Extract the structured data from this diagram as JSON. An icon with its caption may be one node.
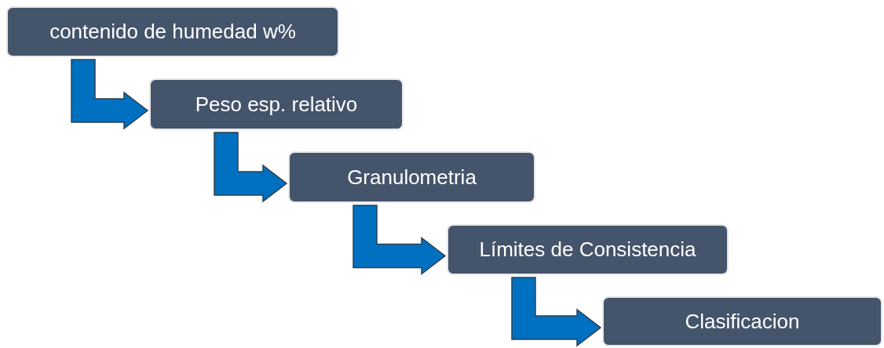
{
  "diagram": {
    "nodes": [
      {
        "text": [
          "contenido de humedad w%"
        ]
      },
      {
        "text": [
          "Peso esp. relativo"
        ]
      },
      {
        "text": [
          "Granulometria"
        ]
      },
      {
        "text": [
          "Límites de Consistencia"
        ]
      },
      {
        "text": [
          "Clasificacion"
        ]
      }
    ],
    "edges": [
      {
        "from": 0,
        "to": 1,
        "arrow": "to"
      },
      {
        "from": 1,
        "to": 2,
        "arrow": "to"
      },
      {
        "from": 2,
        "to": 3,
        "arrow": "to"
      },
      {
        "from": 3,
        "to": 4,
        "arrow": "to"
      }
    ]
  }
}
